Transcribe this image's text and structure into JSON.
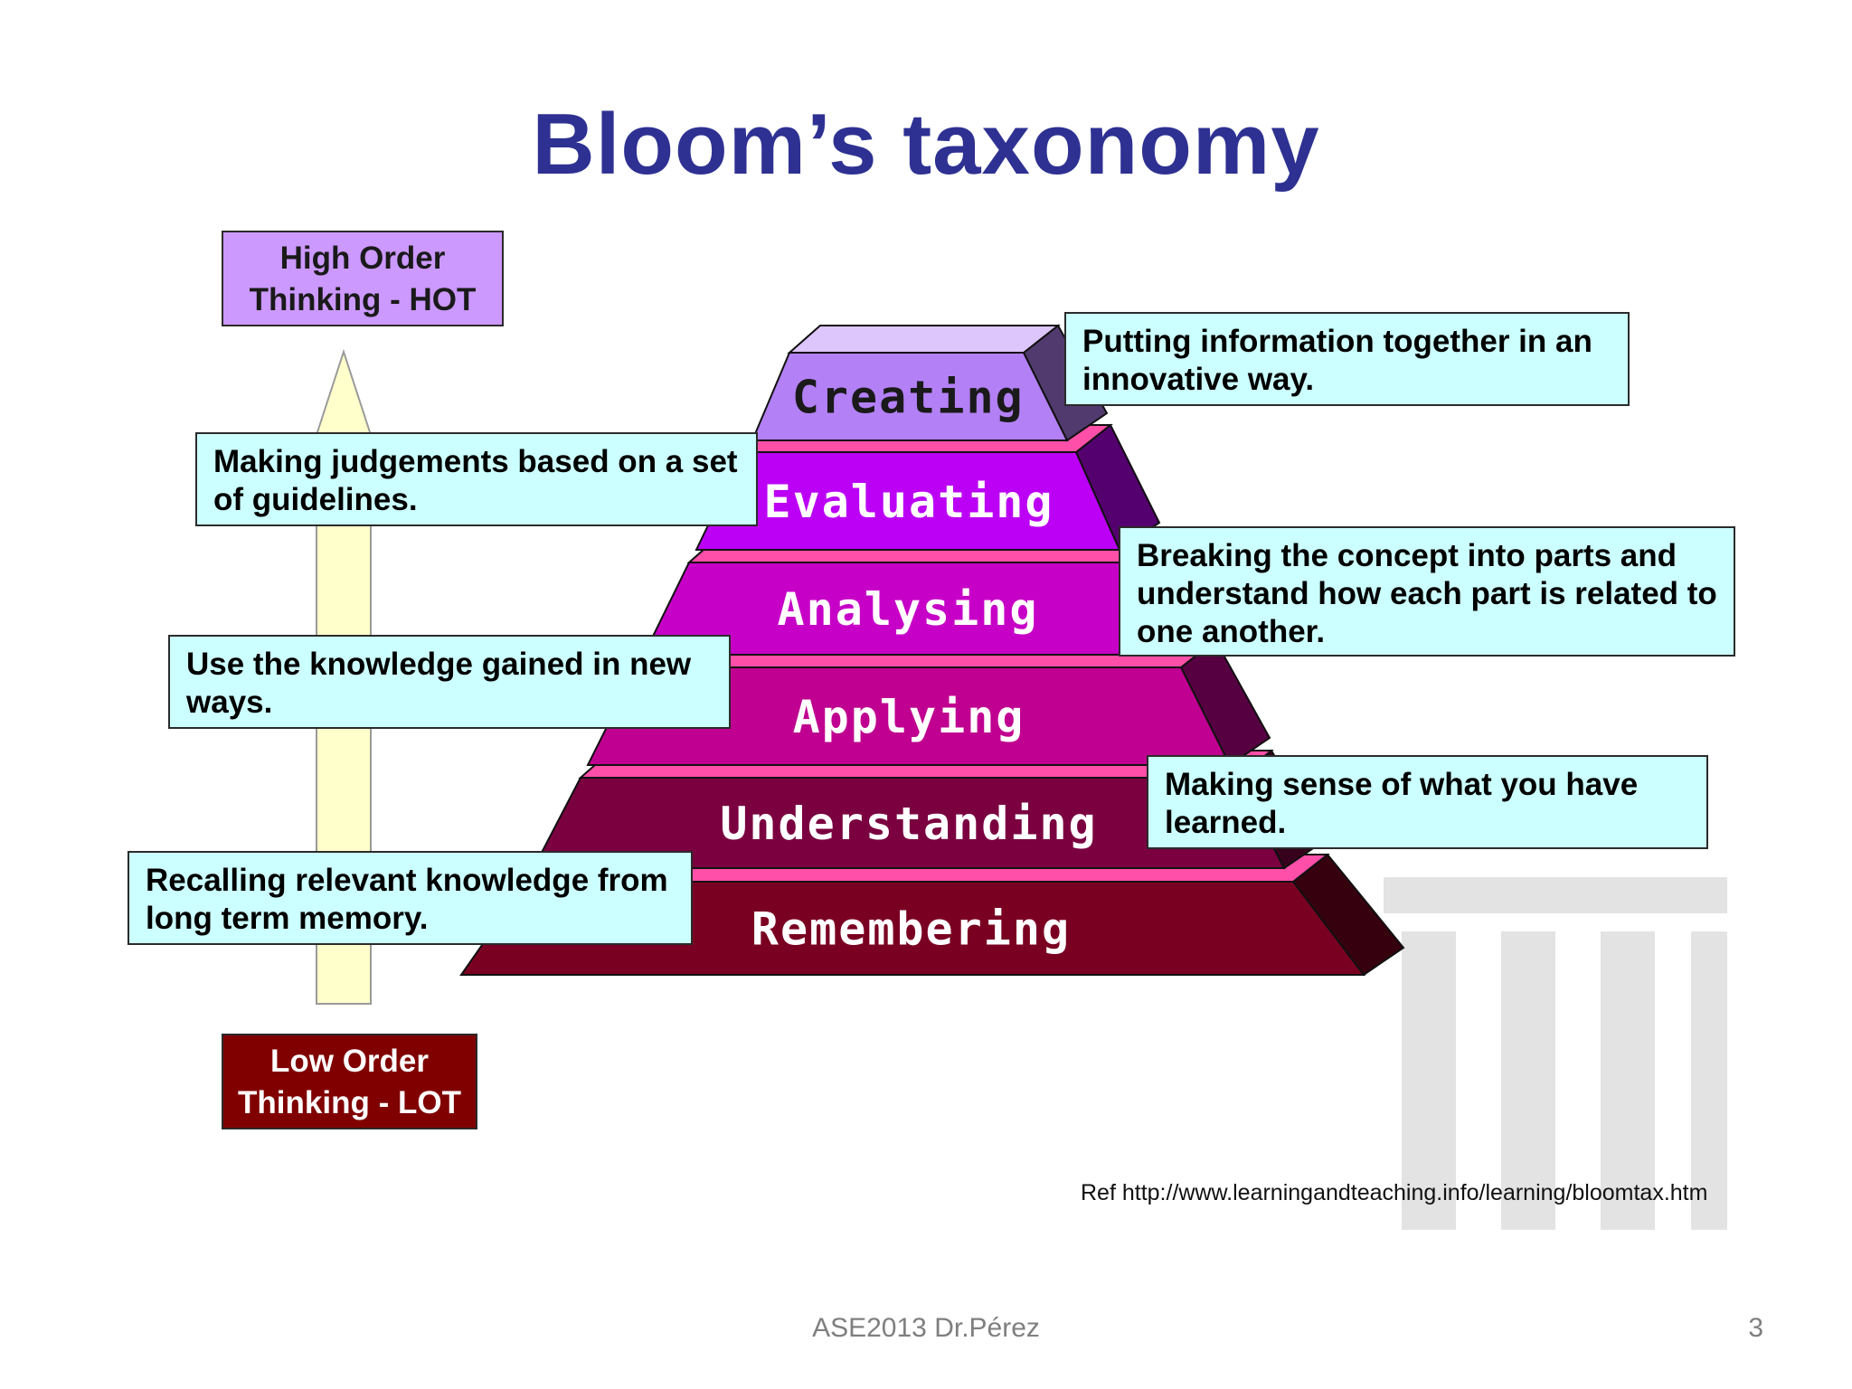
{
  "title": "Bloom’s taxonomy",
  "hot_label": {
    "line1": "High Order",
    "line2": "Thinking - HOT"
  },
  "lot_label": {
    "line1": "Low Order",
    "line2": "Thinking - LOT"
  },
  "levels": [
    {
      "name": "Creating",
      "color": "#B380F5"
    },
    {
      "name": "Evaluating",
      "color": "#BB00F5"
    },
    {
      "name": "Analysing",
      "color": "#C700C7"
    },
    {
      "name": "Applying",
      "color": "#C00090"
    },
    {
      "name": "Understanding",
      "color": "#7A0040"
    },
    {
      "name": "Remembering",
      "color": "#7A0022"
    }
  ],
  "descriptions": {
    "creating": {
      "line1": "Putting information together in an",
      "line2": "innovative way."
    },
    "evaluating": {
      "line1": "Making judgements based on a set",
      "line2": "of guidelines."
    },
    "analysing": {
      "line1": "Breaking the concept into parts and",
      "line2": "understand how each part is related to",
      "line3": "one another."
    },
    "applying": {
      "line1": "Use the knowledge gained in new",
      "line2": "ways."
    },
    "understanding": {
      "line1": "Making sense of what you have",
      "line2": "learned."
    },
    "remembering": {
      "line1": "Recalling relevant knowledge from",
      "line2": "long term memory."
    }
  },
  "reference": "Ref http://www.learningandteaching.info/learning/bloomtax.htm",
  "footer": "ASE2013 Dr.Pérez",
  "page_number": "3",
  "colors": {
    "title": "#2E3192",
    "box_fill": "#CCFFFF",
    "hot_fill": "#CC99FF",
    "lot_fill": "#800000",
    "arrow_fill": "#FFFFCC"
  }
}
